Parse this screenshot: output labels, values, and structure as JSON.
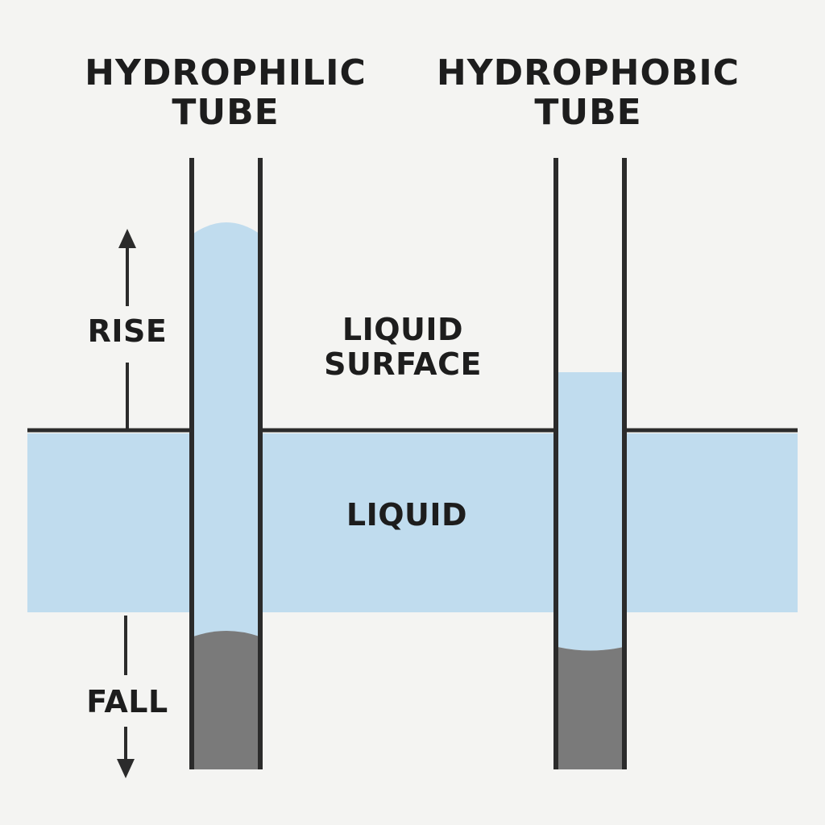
{
  "labels": {
    "hydrophilic_line1": "HYDROPHILIC",
    "hydrophilic_line2": "TUBE",
    "hydrophobic_line1": "HYDROPHOBIC",
    "hydrophobic_line2": "TUBE",
    "rise": "RISE",
    "fall": "FALL",
    "surface_line1": "LIQUID",
    "surface_line2": "SURFACE",
    "liquid": "LIQUID"
  },
  "colors": {
    "background": "#f4f4f2",
    "liquid": "#c0dcee",
    "liquid_in_tube": "#c0dcee",
    "tube_wall": "#2b2b2b",
    "dark_fill": "#7a7a7a",
    "text": "#1d1d1d"
  }
}
